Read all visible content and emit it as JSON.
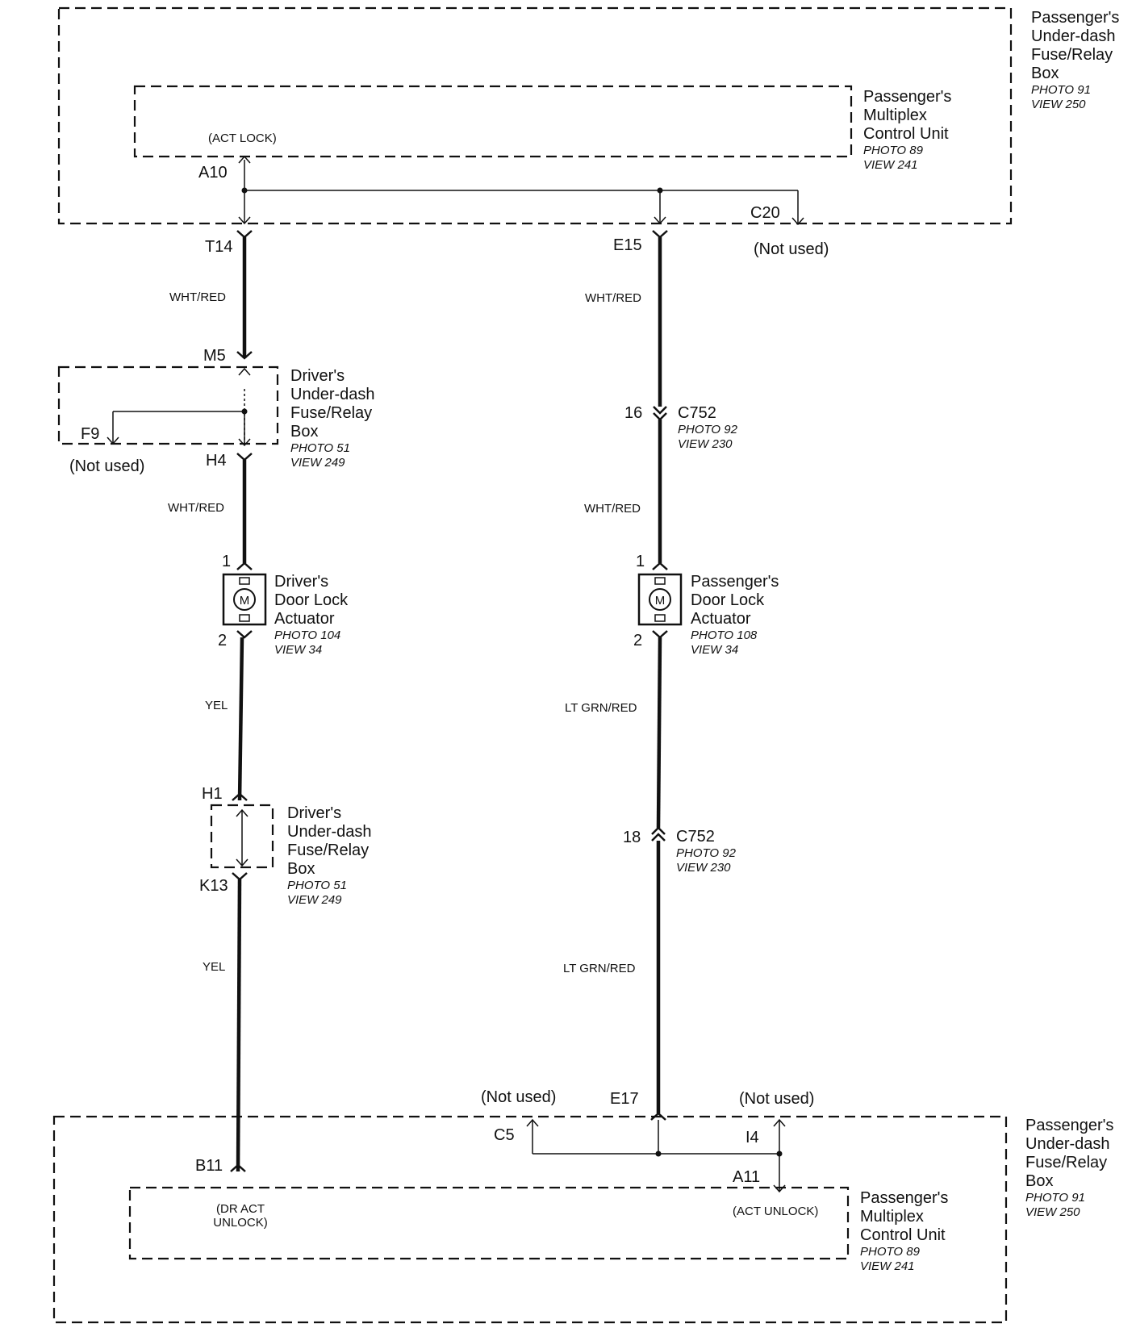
{
  "top_fuse_box": {
    "name_lines": [
      "Passenger's",
      "Under-dash",
      "Fuse/Relay",
      "Box"
    ],
    "photo": "PHOTO 91",
    "view": "VIEW 250"
  },
  "top_mcu": {
    "name_lines": [
      "Passenger's",
      "Multiplex",
      "Control Unit"
    ],
    "photo": "PHOTO 89",
    "view": "VIEW 241",
    "terminal_label": "(ACT LOCK)"
  },
  "pins": {
    "a10": "A10",
    "c20": "C20",
    "t14": "T14",
    "e15": "E15",
    "m5": "M5",
    "f9": "F9",
    "h4": "H4",
    "h1": "H1",
    "k13": "K13",
    "b11": "B11",
    "e17": "E17",
    "c5": "C5",
    "i4": "I4",
    "a11": "A11",
    "pin16": "16",
    "pin18": "18",
    "drv_act_1": "1",
    "drv_act_2": "2",
    "pas_act_1": "1",
    "pas_act_2": "2"
  },
  "not_used": {
    "c20": "(Not used)",
    "f9": "(Not used)",
    "c5": "(Not used)",
    "i4": "(Not used)"
  },
  "wires": {
    "left_1": "WHT/RED",
    "left_2": "WHT/RED",
    "left_3": "YEL",
    "left_4": "YEL",
    "right_1": "WHT/RED",
    "right_2": "WHT/RED",
    "right_3": "LT GRN/RED",
    "right_4": "LT GRN/RED"
  },
  "driver_fuse_box_1": {
    "name_lines": [
      "Driver's",
      "Under-dash",
      "Fuse/Relay",
      "Box"
    ],
    "photo": "PHOTO 51",
    "view": "VIEW 249"
  },
  "driver_fuse_box_2": {
    "name_lines": [
      "Driver's",
      "Under-dash",
      "Fuse/Relay",
      "Box"
    ],
    "photo": "PHOTO 51",
    "view": "VIEW 249"
  },
  "driver_actuator": {
    "name_lines": [
      "Driver's",
      "Door Lock",
      "Actuator"
    ],
    "photo": "PHOTO 104",
    "view": "VIEW 34",
    "motor_symbol": "M"
  },
  "passenger_actuator": {
    "name_lines": [
      "Passenger's",
      "Door Lock",
      "Actuator"
    ],
    "photo": "PHOTO 108",
    "view": "VIEW 34",
    "motor_symbol": "M"
  },
  "c752_upper": {
    "name": "C752",
    "photo": "PHOTO 92",
    "view": "VIEW 230"
  },
  "c752_lower": {
    "name": "C752",
    "photo": "PHOTO 92",
    "view": "VIEW 230"
  },
  "bottom_fuse_box": {
    "name_lines": [
      "Passenger's",
      "Under-dash",
      "Fuse/Relay",
      "Box"
    ],
    "photo": "PHOTO 91",
    "view": "VIEW 250"
  },
  "bottom_mcu": {
    "name_lines": [
      "Passenger's",
      "Multiplex",
      "Control Unit"
    ],
    "photo": "PHOTO 89",
    "view": "VIEW 241",
    "terminal_left_lines": [
      "(DR ACT",
      "UNLOCK)"
    ],
    "terminal_right": "(ACT UNLOCK)"
  }
}
